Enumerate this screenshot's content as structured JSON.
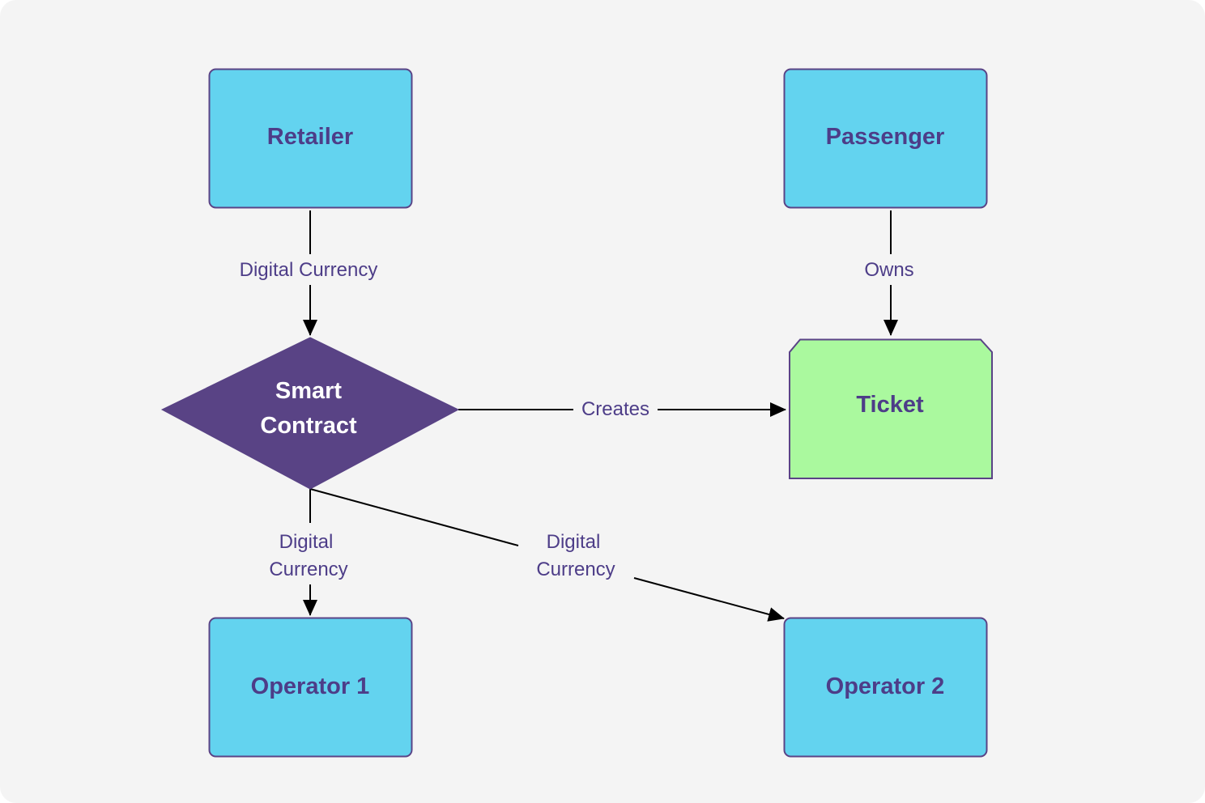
{
  "colors": {
    "background": "#f4f4f4",
    "box_fill": "#63d3ef",
    "box_stroke": "#5a4386",
    "box_text": "#4d3d88",
    "diamond_fill": "#594385",
    "diamond_text": "#ffffff",
    "ticket_fill": "#aaf99e",
    "edge_line": "#000000",
    "edge_text": "#4d3d88"
  },
  "nodes": {
    "retailer": {
      "label": "Retailer",
      "shape": "rectangle"
    },
    "passenger": {
      "label": "Passenger",
      "shape": "rectangle"
    },
    "smart_contract": {
      "label_line1": "Smart",
      "label_line2": "Contract",
      "shape": "diamond"
    },
    "ticket": {
      "label": "Ticket",
      "shape": "clipped-rectangle"
    },
    "operator1": {
      "label": "Operator 1",
      "shape": "rectangle"
    },
    "operator2": {
      "label": "Operator 2",
      "shape": "rectangle"
    }
  },
  "edges": {
    "retailer_to_contract": {
      "from": "Retailer",
      "to": "Smart Contract",
      "label": "Digital Currency"
    },
    "passenger_to_ticket": {
      "from": "Passenger",
      "to": "Ticket",
      "label": "Owns"
    },
    "contract_to_ticket": {
      "from": "Smart Contract",
      "to": "Ticket",
      "label": "Creates"
    },
    "contract_to_operator1": {
      "from": "Smart Contract",
      "to": "Operator 1",
      "label_line1": "Digital",
      "label_line2": "Currency"
    },
    "contract_to_operator2": {
      "from": "Smart Contract",
      "to": "Operator 2",
      "label_line1": "Digital",
      "label_line2": "Currency"
    }
  }
}
